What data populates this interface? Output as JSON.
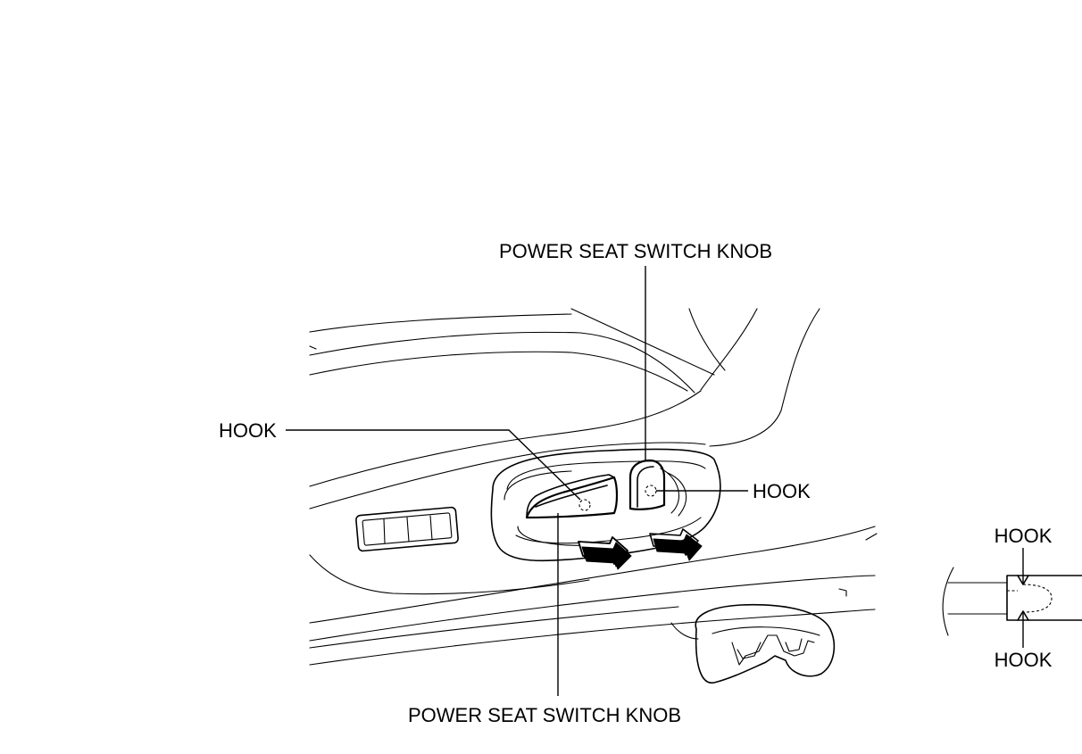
{
  "labels": {
    "knob_top": "POWER SEAT SWITCH KNOB",
    "knob_bottom": "POWER SEAT SWITCH KNOB",
    "hook_left": "HOOK",
    "hook_right": "HOOK",
    "detail_hook_top": "HOOK",
    "detail_hook_bottom": "HOOK"
  }
}
